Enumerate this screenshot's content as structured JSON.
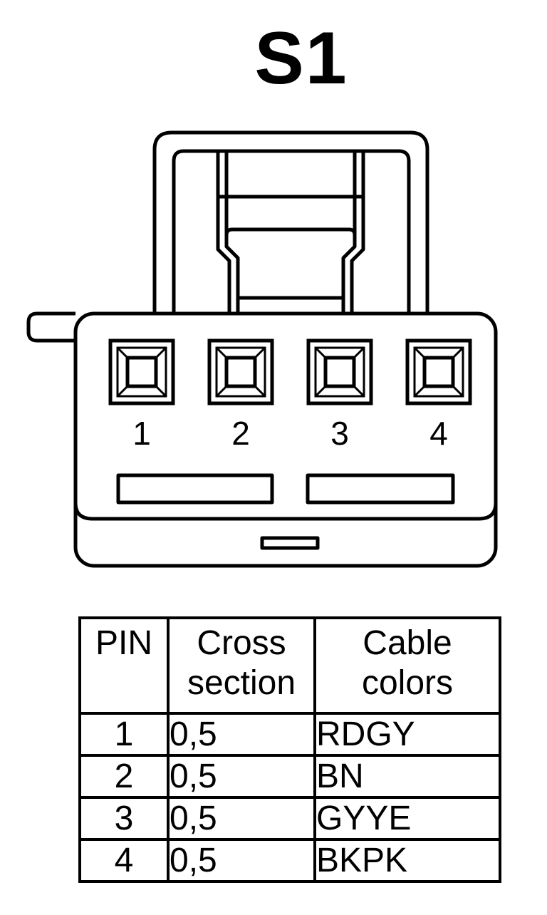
{
  "connector": {
    "title": "S1",
    "pin_labels": [
      "1",
      "2",
      "3",
      "4"
    ],
    "pin_count": 4
  },
  "table": {
    "headers": {
      "pin": "PIN",
      "cross_line1": "Cross",
      "cross_line2": "section",
      "color_line1": "Cable",
      "color_line2": "colors"
    },
    "rows": [
      {
        "pin": "1",
        "cross_section": "0,5",
        "cable_color": "RDGY"
      },
      {
        "pin": "2",
        "cross_section": "0,5",
        "cable_color": "BN"
      },
      {
        "pin": "3",
        "cross_section": "0,5",
        "cable_color": "GYYE"
      },
      {
        "pin": "4",
        "cross_section": "0,5",
        "cable_color": "BKPK"
      }
    ]
  }
}
